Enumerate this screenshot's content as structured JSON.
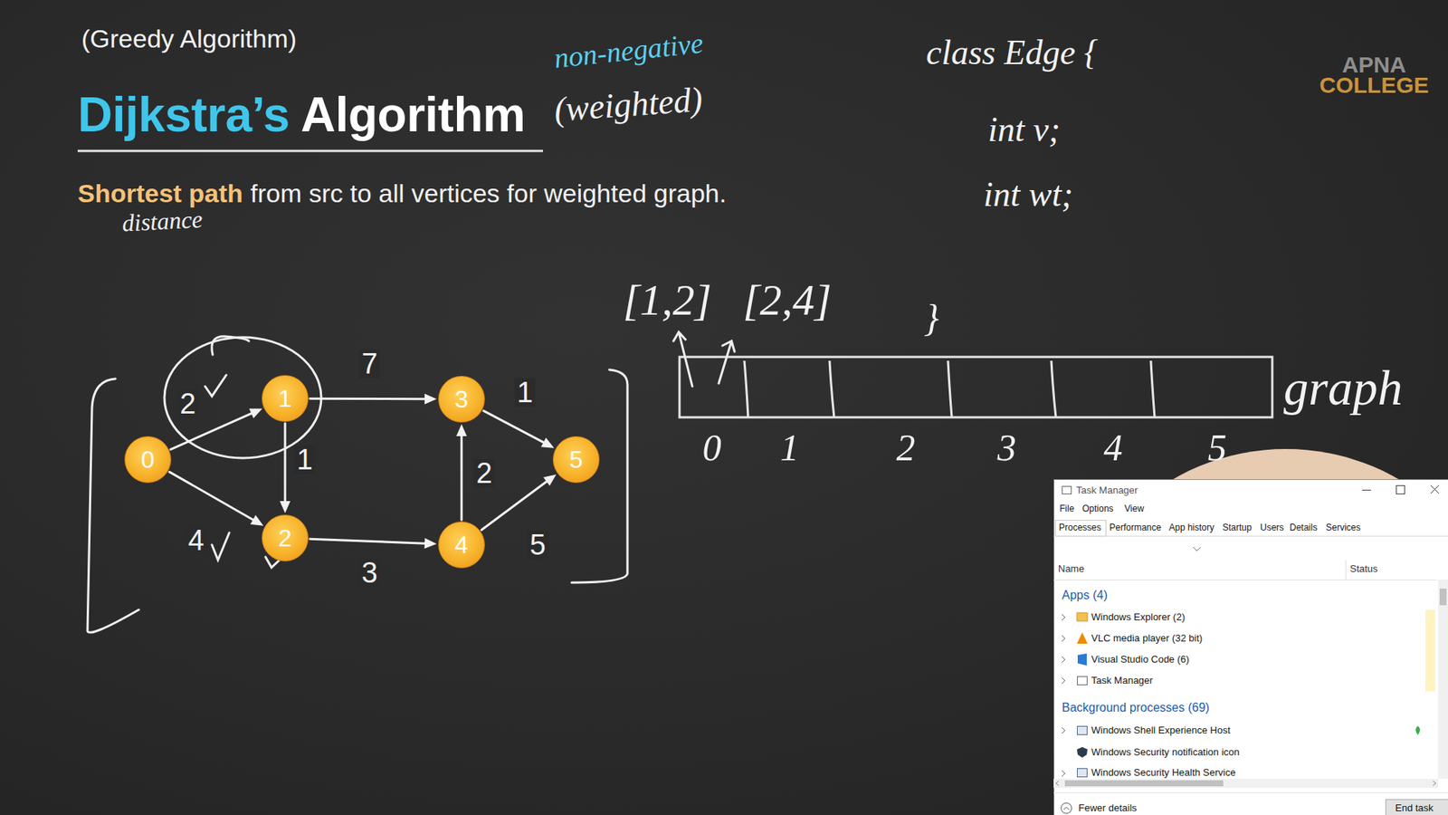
{
  "diagram": {
    "title": "Dijkstra’s Algorithm",
    "nodes": [
      {
        "text": [
          "0"
        ]
      },
      {
        "text": [
          "1"
        ]
      },
      {
        "text": [
          "2"
        ]
      },
      {
        "text": [
          "3"
        ]
      },
      {
        "text": [
          "4"
        ]
      },
      {
        "text": [
          "5"
        ]
      },
      {
        "text": [
          "Task Manager"
        ]
      },
      {
        "text": [
          "End task"
        ],
        "in": 6
      }
    ],
    "edges": [
      {
        "from": 0,
        "to": 1,
        "arrow": "to",
        "label": "2"
      },
      {
        "from": 0,
        "to": 2,
        "arrow": "to",
        "label": "4"
      },
      {
        "from": 1,
        "to": 2,
        "arrow": "to",
        "label": "1"
      },
      {
        "from": 1,
        "to": 3,
        "arrow": "to",
        "label": "7"
      },
      {
        "from": 2,
        "to": 4,
        "arrow": "to",
        "label": "3"
      },
      {
        "from": 4,
        "to": 3,
        "arrow": "to",
        "label": "2"
      },
      {
        "from": 3,
        "to": 5,
        "arrow": "to",
        "label": "1"
      },
      {
        "from": 4,
        "to": 5,
        "arrow": "to",
        "label": "5"
      }
    ],
    "labels": [
      "(Greedy Algorithm)",
      "non-negative",
      "(weighted)",
      "Shortest path",
      "from src to all vertices for weighted graph.",
      "distance",
      "class Edge {",
      "int v;",
      "int wt;",
      "}",
      "[1,2]",
      "[2,4]",
      "0",
      "1",
      "2",
      "3",
      "4",
      "5",
      "graph",
      "APNA",
      "COLLEGE",
      "File",
      "Options",
      "View",
      "Processes",
      "Performance",
      "App history",
      "Startup",
      "Users",
      "Details",
      "Services",
      "Name",
      "Status",
      "Apps (4)",
      "Windows Explorer (2)",
      "VLC media player (32 bit)",
      "Visual Studio Code (6)",
      "Task Manager",
      "Background processes (69)",
      "Windows Shell Experience Host",
      "Windows Security notification icon",
      "Windows Security Health Service",
      "Fewer details"
    ]
  }
}
